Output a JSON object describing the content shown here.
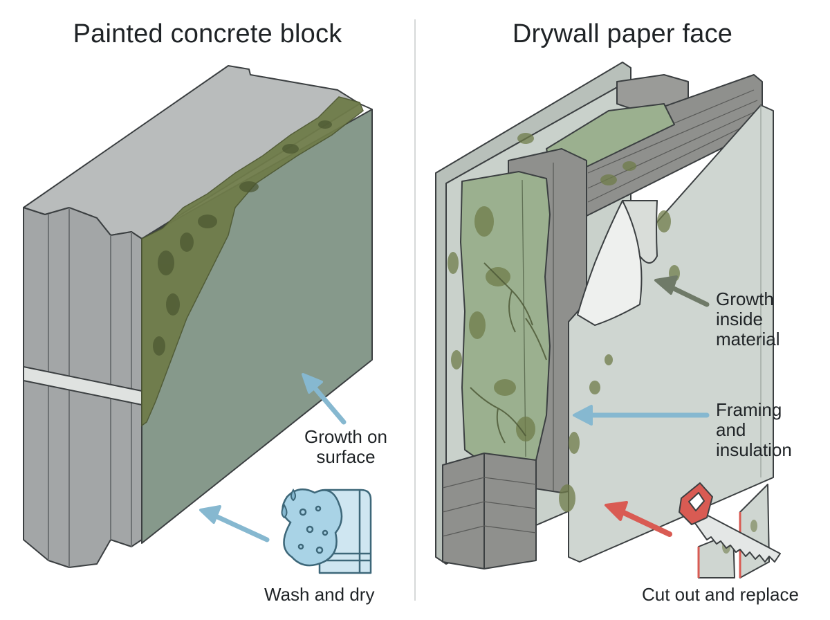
{
  "left_panel": {
    "title": "Painted concrete block",
    "labels": {
      "surface_line1": "Growth on",
      "surface_line2": "surface",
      "wash": "Wash and dry"
    }
  },
  "right_panel": {
    "title": "Drywall paper face",
    "labels": {
      "inside_line1": "Growth",
      "inside_line2": "inside",
      "inside_line3": "material",
      "framing_line1": "Framing",
      "framing_line2": "and",
      "framing_line3": "insulation",
      "cut": "Cut out and replace"
    }
  },
  "colors": {
    "concrete_dark": "#8f9293",
    "concrete_mid": "#a7aaab",
    "concrete_top": "#b9bcbc",
    "painted_face": "#86998b",
    "mold": "#6f7c4a",
    "drywall": "#cfd6d1",
    "wood": "#8a8a87",
    "insulation": "#9bb08f",
    "arrow_blue": "#86b8d0",
    "arrow_gray": "#6f7a68",
    "arrow_red": "#d95b53"
  },
  "icons": [
    "sponge-icon",
    "towel-icon",
    "water-drops-icon",
    "saw-icon"
  ]
}
